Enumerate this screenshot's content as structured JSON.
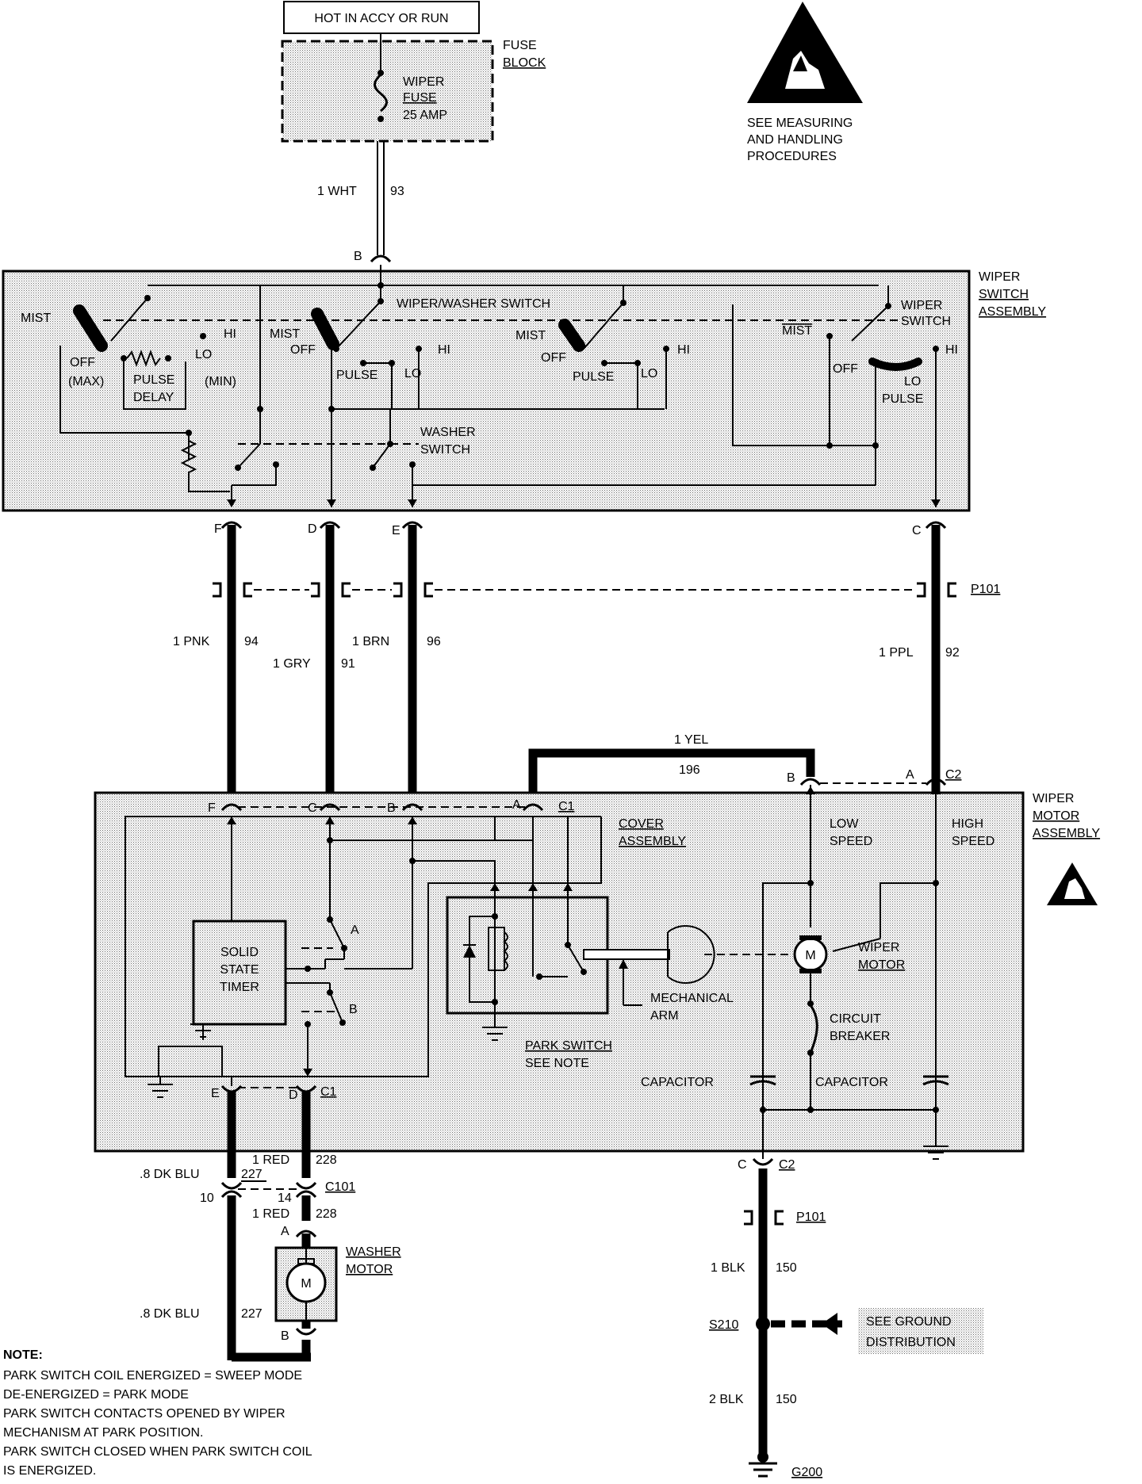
{
  "power": {
    "source_label": "HOT IN ACCY OR RUN"
  },
  "fuse_block": {
    "title_line1": "FUSE",
    "title_line2": "BLOCK",
    "fuse_line1": "WIPER",
    "fuse_line2": "FUSE",
    "fuse_line3": "25 AMP"
  },
  "esd_notice": {
    "line1": "SEE MEASURING",
    "line2": "AND HANDLING",
    "line3": "PROCEDURES"
  },
  "feed_wire": {
    "size_color": "1 WHT",
    "circuit": "93",
    "pin": "B"
  },
  "wiper_switch_assembly": {
    "title_line1": "WIPER",
    "title_line2": "SWITCH",
    "title_line3": "ASSEMBLY",
    "section1": {
      "mist": "MIST",
      "off": "OFF",
      "max": "(MAX)",
      "pulse": "PULSE",
      "delay": "DELAY",
      "min": "(MIN)",
      "hi": "HI",
      "lo": "LO"
    },
    "section2": {
      "title": "WIPER/WASHER SWITCH",
      "mist": "MIST",
      "off": "OFF",
      "pulse": "PULSE",
      "lo": "LO",
      "hi": "HI"
    },
    "section3": {
      "mist": "MIST",
      "off": "OFF",
      "pulse": "PULSE",
      "lo": "LO",
      "hi": "HI"
    },
    "section4": {
      "title_line1": "WIPER",
      "title_line2": "SWITCH",
      "mist": "MIST",
      "off": "OFF",
      "lo": "LO",
      "pulse": "PULSE",
      "hi": "HI"
    },
    "washer_switch_line1": "WASHER",
    "washer_switch_line2": "SWITCH",
    "pins": {
      "f": "F",
      "d": "D",
      "e": "E",
      "c": "C"
    }
  },
  "harness": {
    "connector": "P101",
    "wires": [
      {
        "size_color": "1 PNK",
        "circuit": "94"
      },
      {
        "size_color": "1 GRY",
        "circuit": "91"
      },
      {
        "size_color": "1 BRN",
        "circuit": "96"
      },
      {
        "size_color": "1 PPL",
        "circuit": "92"
      }
    ],
    "yellow_wire": {
      "size_color": "1 YEL",
      "circuit": "196"
    }
  },
  "wiper_motor_assembly": {
    "title_line1": "WIPER",
    "title_line2": "MOTOR",
    "title_line3": "ASSEMBLY",
    "connector_c1": "C1",
    "connector_c2": "C2",
    "pins_c1_top": {
      "f": "F",
      "c": "C",
      "b": "B",
      "a": "A"
    },
    "pins_c2_top": {
      "b": "B",
      "a": "A"
    },
    "pins_c1_bottom": {
      "e": "E",
      "d": "D"
    },
    "pin_c2_bottom": "C",
    "cover_line1": "COVER",
    "cover_line2": "ASSEMBLY",
    "timer_line1": "SOLID",
    "timer_line2": "STATE",
    "timer_line3": "TIMER",
    "relay_a": "A",
    "relay_b": "B",
    "mech_arm_line1": "MECHANICAL",
    "mech_arm_line2": "ARM",
    "park_line1": "PARK SWITCH",
    "park_line2": "SEE NOTE",
    "low_line1": "LOW",
    "low_line2": "SPEED",
    "high_line1": "HIGH",
    "high_line2": "SPEED",
    "motor_line1": "WIPER",
    "motor_line2": "MOTOR",
    "motor_symbol": "M",
    "breaker_line1": "CIRCUIT",
    "breaker_line2": "BREAKER",
    "capacitor1": "CAPACITOR",
    "capacitor2": "CAPACITOR"
  },
  "washer_circuit": {
    "blu_size_color": "8 DK BLU",
    "blu_circuit": "227",
    "red_size_color": "1 RED",
    "red_circuit": "228",
    "connector": "C101",
    "cavity_10": "10",
    "cavity_14": "14",
    "pin_a": "A",
    "pin_b": "B",
    "motor_line1": "WASHER",
    "motor_line2": "MOTOR",
    "motor_symbol": "M"
  },
  "ground_circuit": {
    "wire1": {
      "size_color": "1 BLK",
      "circuit": "150"
    },
    "splice": "S210",
    "ground_ref_line1": "SEE GROUND",
    "ground_ref_line2": "DISTRIBUTION",
    "wire2": {
      "size_color": "2 BLK",
      "circuit": "150"
    },
    "ground": "G200"
  },
  "note": {
    "heading": "NOTE:",
    "lines": [
      "PARK SWITCH COIL ENERGIZED = SWEEP MODE",
      "DE-ENERGIZED = PARK MODE",
      "PARK SWITCH CONTACTS OPENED BY WIPER",
      "MECHANISM AT PARK POSITION.",
      "PARK SWITCH  CLOSED WHEN PARK SWITCH COIL",
      "IS ENERGIZED."
    ]
  }
}
